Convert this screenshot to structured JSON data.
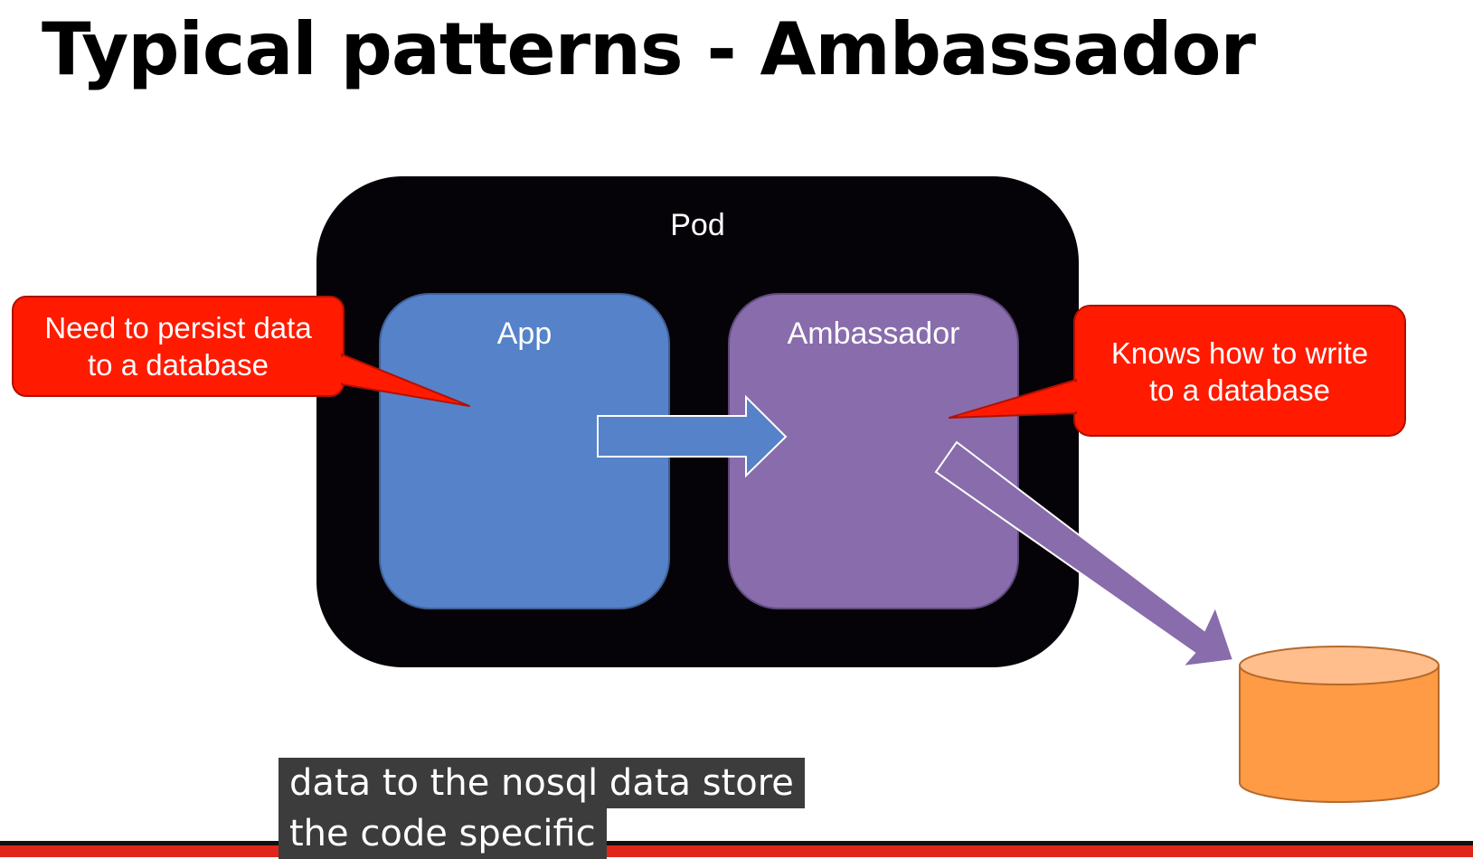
{
  "slide": {
    "title": "Typical patterns - Ambassador"
  },
  "diagram": {
    "pod_label": "Pod",
    "app_label": "App",
    "ambassador_label": "Ambassador",
    "callout_left": "Need to persist data\nto a database",
    "callout_right": "Knows how to write\nto a database",
    "database_icon": "cylinder-database-icon",
    "colors": {
      "pod": "#050308",
      "app": "#5582c8",
      "ambassador": "#886cac",
      "callout": "#ff1a00",
      "database": "#ff9a45",
      "database_top": "#ffbe8c"
    }
  },
  "captions": {
    "line1": "data to the nosql data store",
    "line2": "the code specific"
  }
}
